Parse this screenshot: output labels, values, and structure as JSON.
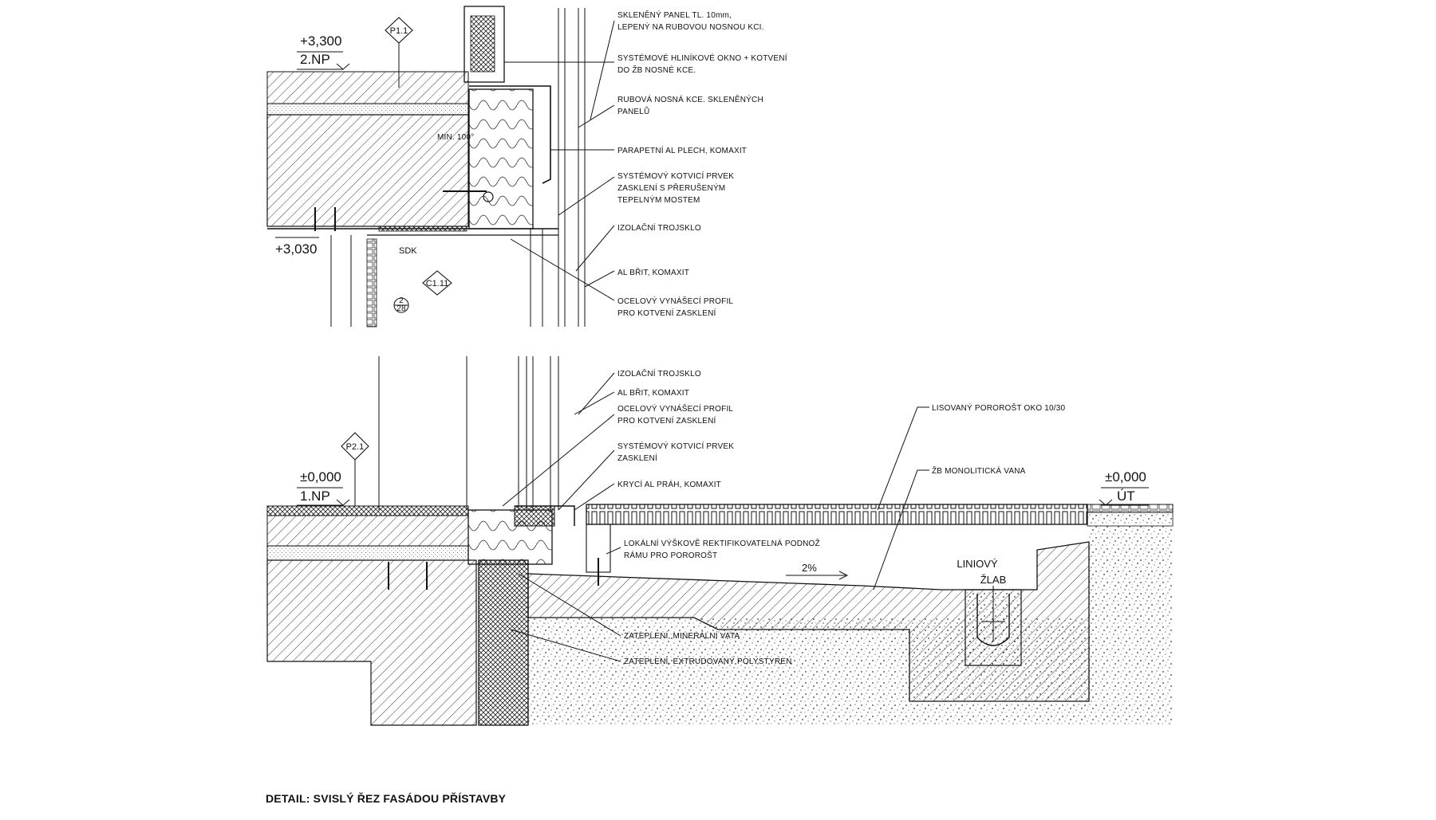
{
  "title": "DETAIL: SVISLÝ ŘEZ FASÁDOU PŘÍSTAVBY",
  "upper_labels": [
    {
      "l1": "SKLENĚNÝ PANEL TL. 10mm,",
      "l2": "LEPENÝ NA RUBOVOU NOSNOU KCI."
    },
    {
      "l1": "SYSTÉMOVÉ HLINÍKOVÉ OKNO + KOTVENÍ",
      "l2": "DO ŽB NOSNÉ KCE."
    },
    {
      "l1": "RUBOVÁ NOSNÁ KCE. SKLENĚNÝCH",
      "l2": "PANELŮ"
    },
    {
      "l1": "PARAPETNÍ AL PLECH, KOMAXIT",
      "l2": ""
    },
    {
      "l1": "SYSTÉMOVÝ KOTVICÍ PRVEK",
      "l2": "ZASKLENÍ S PŘERUŠENÝM",
      "l3": "TEPELNÝM MOSTEM"
    },
    {
      "l1": "IZOLAČNÍ TROJSKLO",
      "l2": ""
    },
    {
      "l1": "AL BŘIT, KOMAXIT",
      "l2": ""
    },
    {
      "l1": "OCELOVÝ VYNÁŠECÍ PROFIL",
      "l2": "PRO KOTVENÍ ZASKLENÍ"
    }
  ],
  "lower_labels": [
    {
      "l1": "IZOLAČNÍ TROJSKLO",
      "l2": ""
    },
    {
      "l1": "AL BŘIT, KOMAXIT",
      "l2": ""
    },
    {
      "l1": "OCELOVÝ VYNÁŠECÍ PROFIL",
      "l2": "PRO KOTVENÍ ZASKLENÍ"
    },
    {
      "l1": "SYSTÉMOVÝ KOTVICÍ PRVEK",
      "l2": "ZASKLENÍ"
    },
    {
      "l1": "KRYCÍ AL PRÁH, KOMAXIT",
      "l2": ""
    }
  ],
  "grating_label": "LISOVANÝ POROROŠT OKO 10/30",
  "tub_label": "ŽB MONOLITICKÁ VANA",
  "pedestal_label": {
    "l1": "LOKÁLNÍ VÝŠKOVĚ REKTIFIKOVATELNÁ PODNOŽ",
    "l2": "RÁMU PRO POROROŠT"
  },
  "insulation_labels": [
    "ZATEPLENÍ, MINERÁLNÍ VATA",
    "ZATEPLENÍ, EXTRUDOVANÝ POLYSTYREN"
  ],
  "slope": "2%",
  "drain_label": {
    "l1": "LINIOVÝ",
    "l2": "ŽLAB"
  },
  "levels": {
    "upper_top_value": "+3,300",
    "upper_top_floor": "2.NP",
    "upper_bottom_value": "+3,030",
    "lower_value": "±0,000",
    "lower_floor": "1.NP",
    "outdoor_value": "±0,000",
    "outdoor_floor": "ÚT"
  },
  "tags": {
    "p11": "P1.1",
    "p21": "P2.1",
    "c111": "C1.11",
    "sdk": "SDK",
    "min": "MIN. 100°",
    "ref_top": "2",
    "ref_bot": "28"
  }
}
